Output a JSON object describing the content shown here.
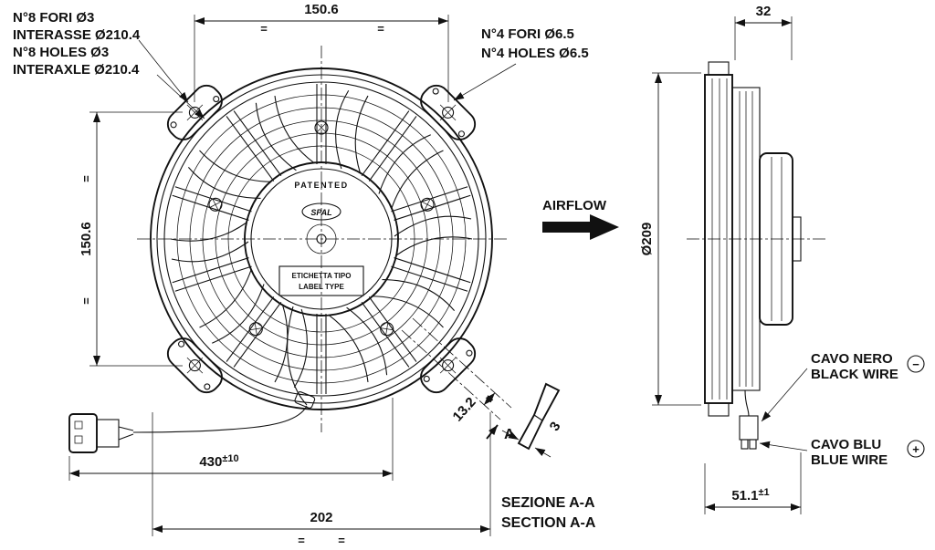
{
  "drawing": {
    "front": {
      "note_holes8": [
        "N°8 FORI Ø3",
        "INTERASSE Ø210.4",
        "N°8 HOLES Ø3",
        "INTERAXLE Ø210.4"
      ],
      "note_holes4": [
        "N°4 FORI Ø6.5",
        "N°4 HOLES Ø6.5"
      ],
      "hub": {
        "patented": "PATENTED",
        "brand": "SPAL",
        "label_box": [
          "ETICHETTA TIPO",
          "LABEL TYPE"
        ]
      },
      "dim_top": "150.6",
      "dim_left": "150.6",
      "dim_bottom": "202",
      "dim_wire": "430",
      "dim_wire_tol": "±10",
      "eq_mark": "="
    },
    "airflow": "AIRFLOW",
    "side": {
      "dim_depth": "32",
      "dim_diameter": "Ø209",
      "dim_total": "51.1",
      "dim_total_tol": "±1",
      "wire_black": [
        "CAVO NERO",
        "BLACK WIRE"
      ],
      "wire_blue": [
        "CAVO BLU",
        "BLUE WIRE"
      ],
      "polarity_minus": "−",
      "polarity_plus": "+"
    },
    "section": {
      "marker": "A",
      "dim_offset": "13.2",
      "dim_thickness": "3",
      "title": [
        "SEZIONE A-A",
        "SECTION A-A"
      ]
    }
  }
}
